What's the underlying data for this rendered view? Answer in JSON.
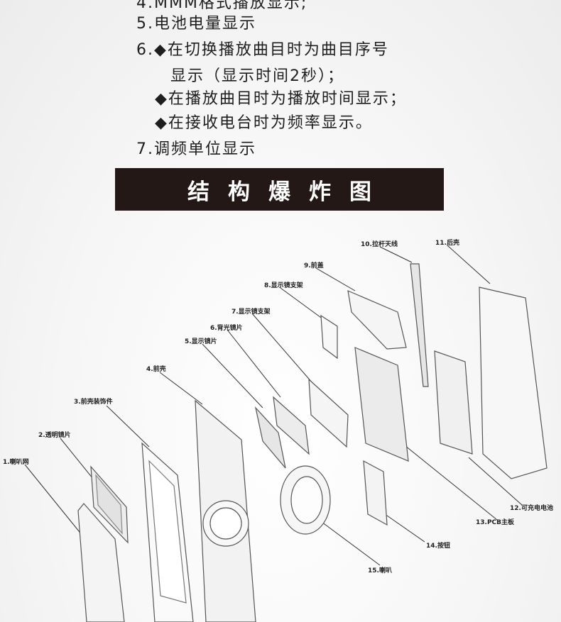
{
  "features": {
    "item4": "4.MMM格式播放显示;",
    "item5": "5.电池电量显示",
    "item6_line1": "6.◆在切换播放曲目时为曲目序号",
    "item6_line2": "显示（显示时间2秒）；",
    "item6_line3": "◆在播放曲目时为播放时间显示；",
    "item6_line4": "◆在接收电台时为频率显示。",
    "item7": "7.调频单位显示"
  },
  "banner": {
    "title": "结构爆炸图"
  },
  "parts": [
    "1.喇叭网",
    "2.透明镜片",
    "3.前壳装饰件",
    "4.前壳",
    "5.显示镜片",
    "6.背光镜片",
    "7.显示镜支架",
    "8.显示镜支架",
    "9.前盖",
    "10.拉杆天线",
    "11.后壳",
    "12.可充电电池",
    "13.PCB主板",
    "14.按钮",
    "15.喇叭"
  ]
}
